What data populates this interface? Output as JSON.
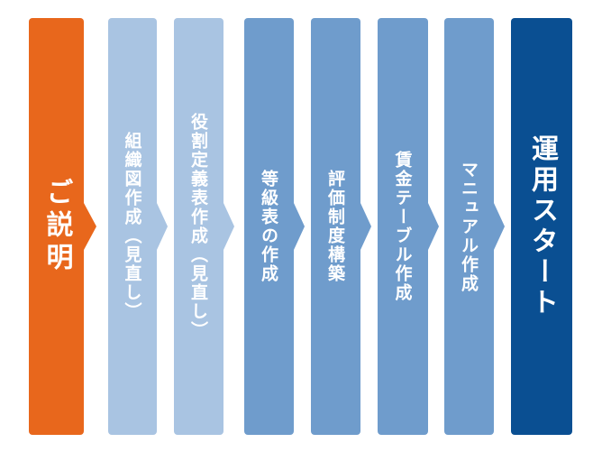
{
  "steps": [
    {
      "label": "ご説明",
      "color": "#e8671c"
    },
    {
      "label": "組織図作成（見直し）",
      "color": "#a9c4e2"
    },
    {
      "label": "役割定義表作成（見直し）",
      "color": "#a9c4e2"
    },
    {
      "label": "等級表の作成",
      "color": "#6f9ccc"
    },
    {
      "label": "評価制度構築",
      "color": "#6f9ccc"
    },
    {
      "label": "賃金テーブル作成",
      "color": "#6f9ccc"
    },
    {
      "label": "マニュアル作成",
      "color": "#6f9ccc"
    },
    {
      "label": "運用スタート",
      "color": "#0a4f92"
    }
  ]
}
